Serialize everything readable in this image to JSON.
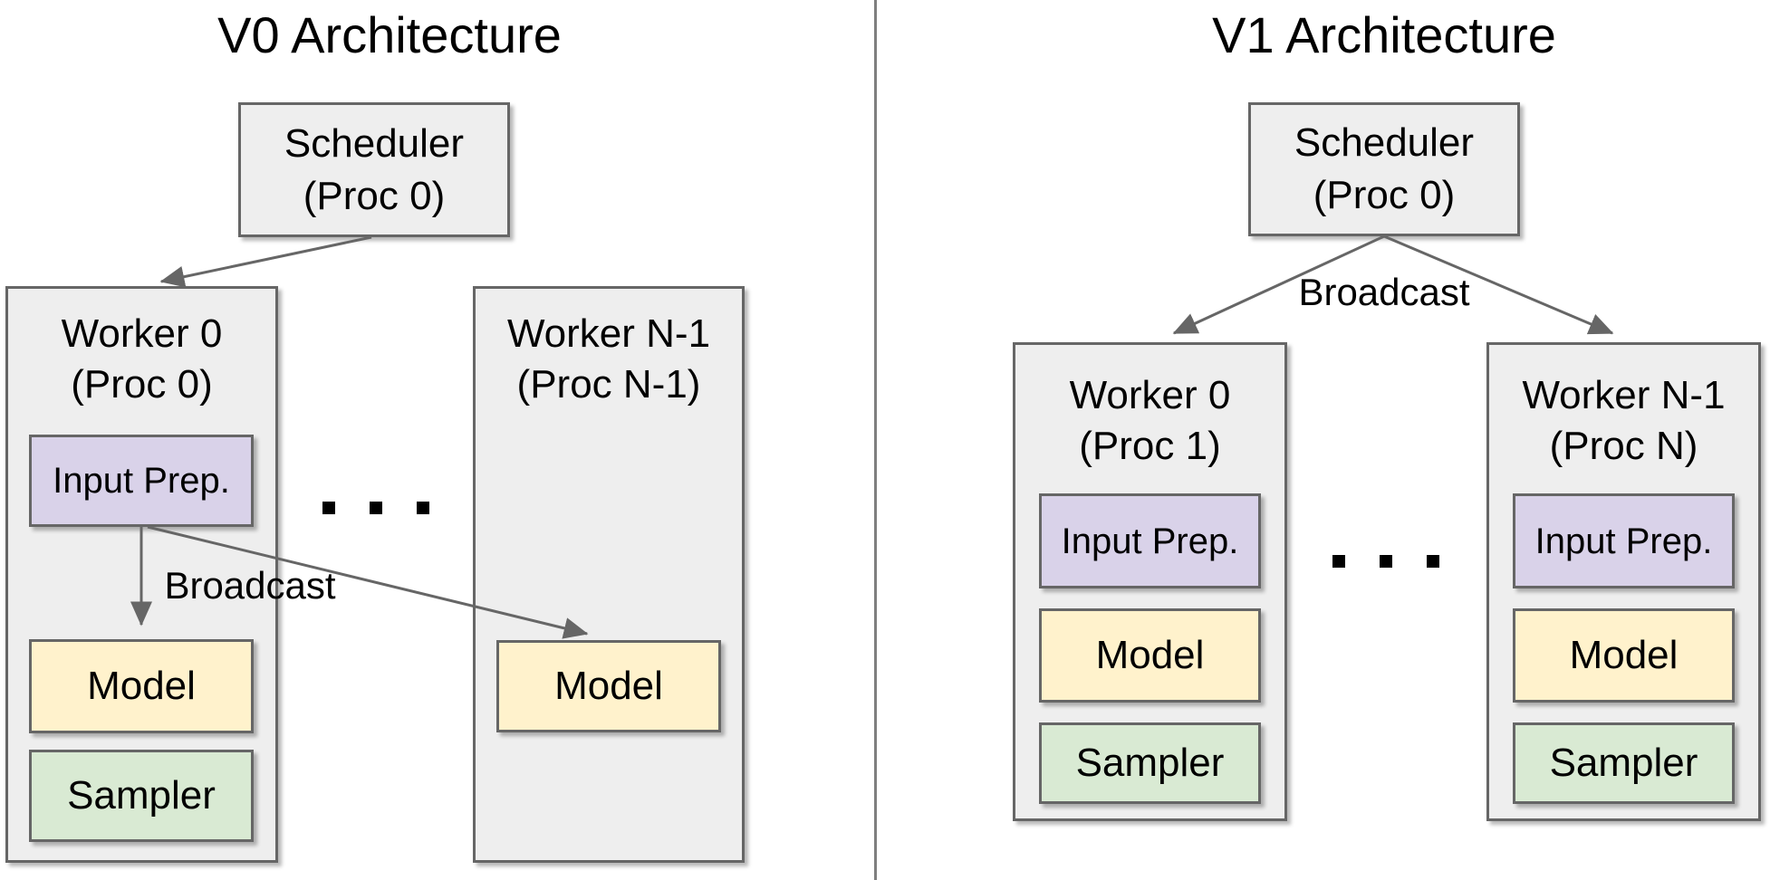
{
  "left": {
    "title": "V0 Architecture",
    "scheduler": {
      "name": "Scheduler",
      "proc": "(Proc 0)"
    },
    "broadcast_label": "Broadcast",
    "worker0": {
      "name": "Worker 0",
      "proc": "(Proc 0)",
      "components": {
        "input_prep": "Input Prep.",
        "model": "Model",
        "sampler": "Sampler"
      }
    },
    "workerN": {
      "name": "Worker N-1",
      "proc": "(Proc N-1)",
      "components": {
        "model": "Model"
      }
    },
    "ellipsis_dots": 3
  },
  "right": {
    "title": "V1 Architecture",
    "scheduler": {
      "name": "Scheduler",
      "proc": "(Proc 0)"
    },
    "broadcast_label": "Broadcast",
    "worker0": {
      "name": "Worker 0",
      "proc": "(Proc 1)",
      "components": {
        "input_prep": "Input Prep.",
        "model": "Model",
        "sampler": "Sampler"
      }
    },
    "workerN": {
      "name": "Worker N-1",
      "proc": "(Proc N)",
      "components": {
        "input_prep": "Input Prep.",
        "model": "Model",
        "sampler": "Sampler"
      }
    },
    "ellipsis_dots": 3
  },
  "colors": {
    "container_fill": "#eeeeee",
    "border": "#666666",
    "input_prep_fill": "#d9d2e9",
    "model_fill": "#fff2cc",
    "sampler_fill": "#d9ead3",
    "arrow": "#666666",
    "text": "#000000"
  }
}
